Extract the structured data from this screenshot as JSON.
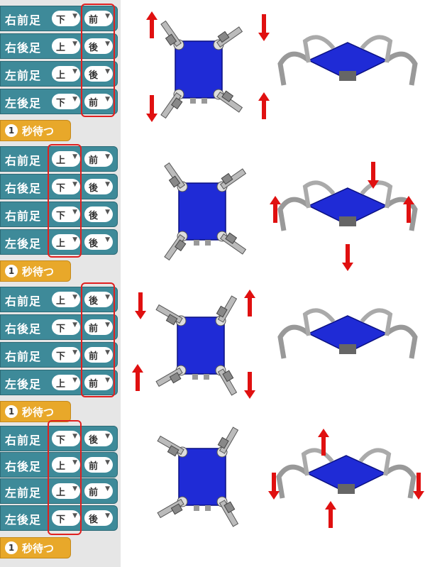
{
  "legs": {
    "rf": "右前足",
    "rb": "右後足",
    "lf": "左前足",
    "lb": "左後足"
  },
  "dir": {
    "up": "上",
    "down": "下",
    "front": "前",
    "back": "後"
  },
  "wait": {
    "num": "1",
    "text": "秒待つ"
  },
  "colors": {
    "block": "#3e8a99",
    "wait": "#e8a82a",
    "highlight": "#e02020",
    "board": "#1f2bd6",
    "arrow": "#e01010"
  }
}
